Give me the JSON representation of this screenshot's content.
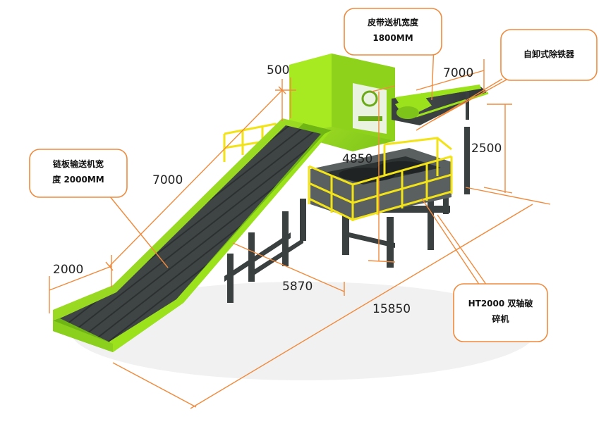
{
  "colors": {
    "machine_green": "#9be21c",
    "machine_green_dark": "#6fb514",
    "belt_dark": "#3e4343",
    "frame_dark": "#3a3f3f",
    "rail_yellow": "#f2e318",
    "dimension_orange": "#f08a3c"
  },
  "dimensions": {
    "d_500": "500",
    "d_7000_top": "7000",
    "d_7000_left": "7000",
    "d_4850": "4850",
    "d_2500": "2500",
    "d_2000": "2000",
    "d_5870": "5870",
    "d_15850": "15850"
  },
  "callouts": {
    "belt_width": [
      "皮带送机宽度",
      "1800MM"
    ],
    "magnet": [
      "自卸式除铁器"
    ],
    "chain_width": [
      "链板输送机宽",
      "度 2000MM"
    ],
    "shredder": [
      "HT2000 双轴破",
      "碎机"
    ]
  }
}
